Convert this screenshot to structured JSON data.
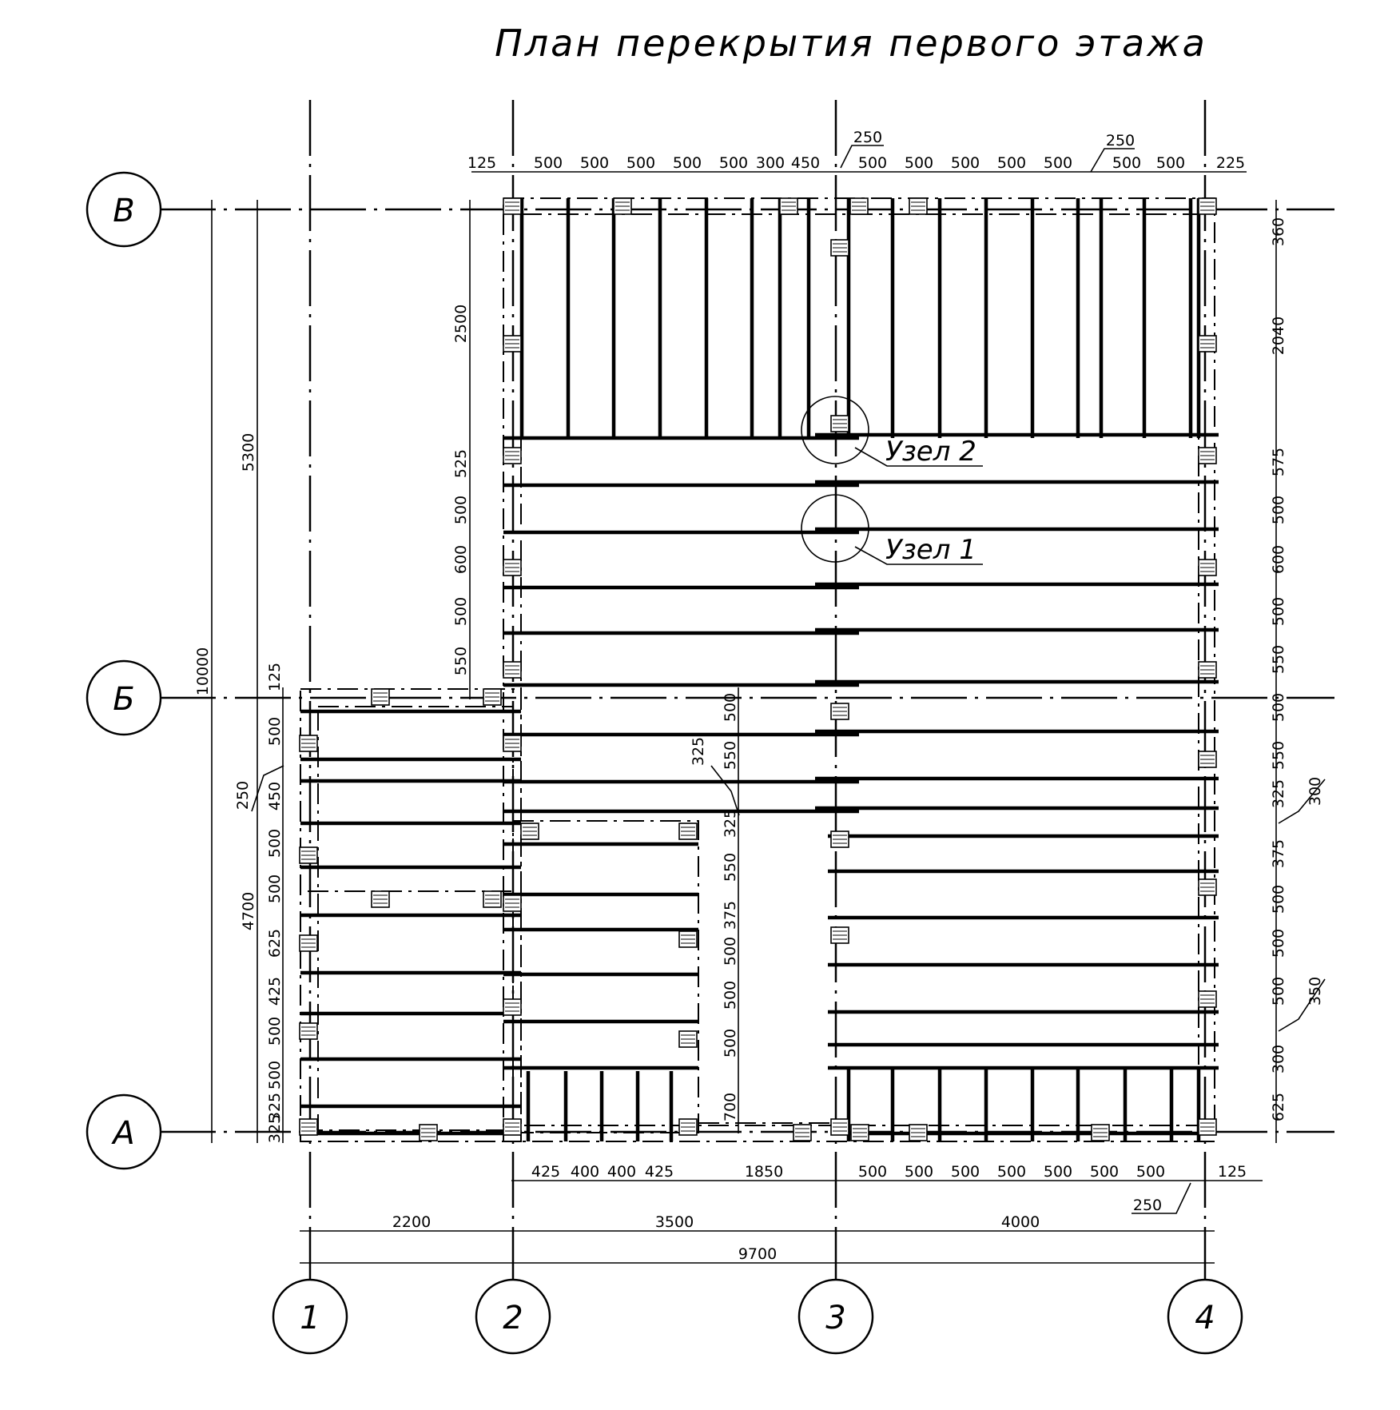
{
  "title": "План перекрытия первого этажа",
  "axes": {
    "columns": [
      "1",
      "2",
      "3",
      "4"
    ],
    "rows": [
      "В",
      "Б",
      "А"
    ]
  },
  "nodes": [
    "Узел 2",
    "Узел 1"
  ],
  "dimensions": {
    "top": [
      "125",
      "500",
      "500",
      "500",
      "500",
      "500",
      "300",
      "450",
      "500",
      "500",
      "500",
      "500",
      "500",
      "500",
      "500",
      "225"
    ],
    "top_callouts": [
      "250",
      "250"
    ],
    "bottom_chain": [
      "425",
      "400",
      "400",
      "425",
      "1850",
      "500",
      "500",
      "500",
      "500",
      "500",
      "500",
      "500",
      "125"
    ],
    "bottom_callout": "250",
    "bottom_spans": [
      "2200",
      "3500",
      "4000"
    ],
    "bottom_total": "9700",
    "left_totals": [
      "10000",
      "5300",
      "4700"
    ],
    "left_upper": [
      "2500",
      "525",
      "500",
      "600",
      "500",
      "550"
    ],
    "left_lower": [
      "125",
      "500",
      "450",
      "500",
      "500",
      "625",
      "425",
      "500",
      "500",
      "325",
      "325"
    ],
    "left_callout": "250",
    "middle": [
      "500",
      "550",
      "325",
      "325",
      "550",
      "375",
      "500",
      "500",
      "500",
      "700"
    ],
    "right": [
      "360",
      "2040",
      "575",
      "500",
      "600",
      "500",
      "550",
      "500",
      "550",
      "325",
      "375",
      "500",
      "500",
      "500",
      "300",
      "625"
    ],
    "right_callouts": [
      "300",
      "350"
    ]
  }
}
